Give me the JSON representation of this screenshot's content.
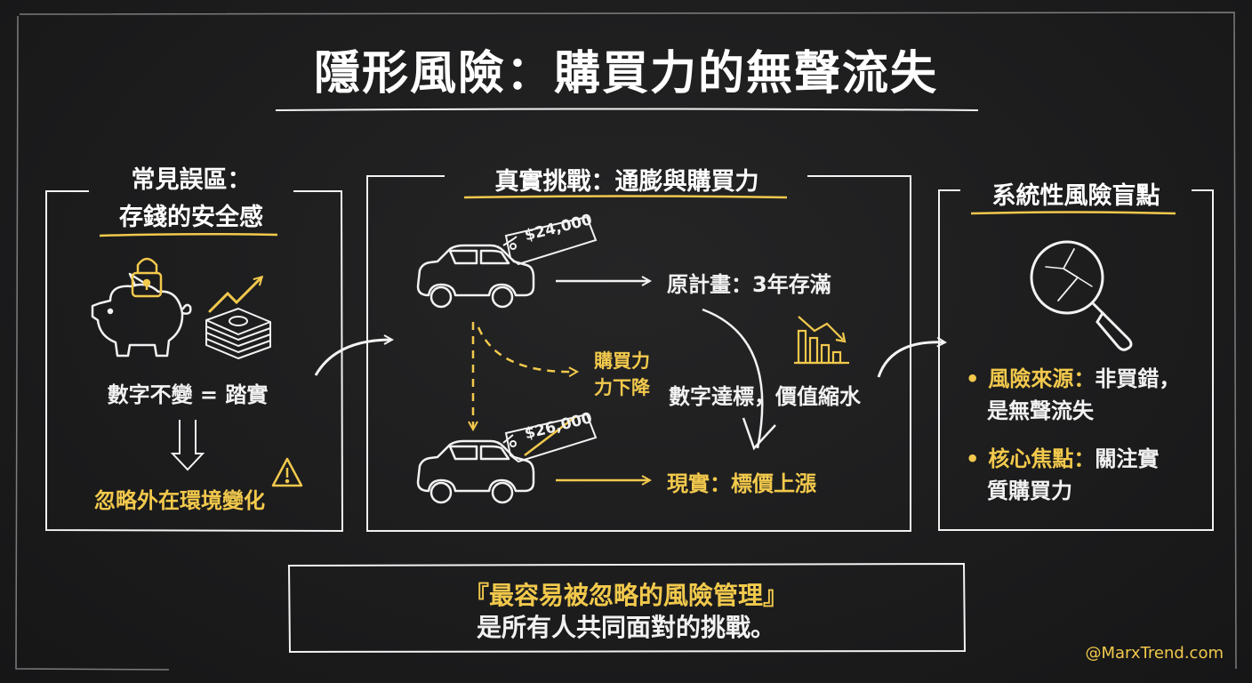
{
  "title": "隱形風險：購買力的無聲流失",
  "left_panel": {
    "header_line1": "常見誤區：",
    "header_line2": "存錢的安全感",
    "statement": "數字不變 = 踏實",
    "warning": "忽略外在環境變化"
  },
  "middle_panel": {
    "header": "真實挑戰：通膨與購買力",
    "price_tag_old": "$24,000",
    "price_tag_new": "$26,000",
    "plan_label": "原計畫：3年存滿",
    "purchasing_power_line1": "購買力",
    "purchasing_power_line2": "力下降",
    "value_shrink": "數字達標，價值縮水",
    "reality_label": "現實：標價上漲"
  },
  "right_panel": {
    "header": "系統性風險盲點",
    "bullet1_key": "風險來源：",
    "bullet1_value_a": "非買錯，",
    "bullet1_value_b": "是無聲流失",
    "bullet2_key": "核心焦點：",
    "bullet2_value_a": "關注實",
    "bullet2_value_b": "質購買力"
  },
  "bottom_box": {
    "line1": "『最容易被忽略的風險管理』",
    "line2": "是所有人共同面對的挑戰。"
  },
  "credit": "@MarxTrend.com",
  "colors": {
    "background": "#1c1c1d",
    "accent_yellow": "#f2c94c",
    "chalk_white": "#f2f2f2"
  }
}
